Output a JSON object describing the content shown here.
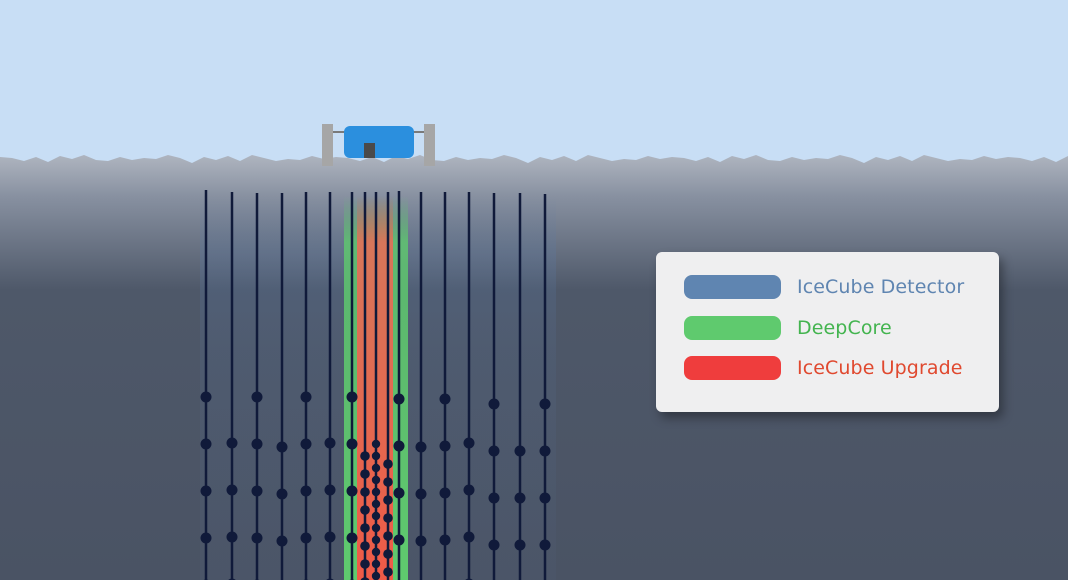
{
  "colors": {
    "sky": "#c8def5",
    "snow": "#ffffff",
    "ice_deep": "#4b5466",
    "string": "#101a3a",
    "station_body": "#2b8fde",
    "station_frame": "#a6a6a6",
    "legend_bg": "#efeff0"
  },
  "legend": {
    "items": [
      {
        "label": "IceCube Detector",
        "swatch_color": "#5f85b1",
        "text_color": "#5f85b1"
      },
      {
        "label": "DeepCore",
        "swatch_color": "#5fca6e",
        "text_color": "#43b44f"
      },
      {
        "label": "IceCube Upgrade",
        "swatch_color": "#ef3d3d",
        "text_color": "#e0492f"
      }
    ]
  },
  "detector": {
    "icecube_string_count": 14,
    "deepcore_string_count": 2,
    "upgrade_string_count": 3
  }
}
